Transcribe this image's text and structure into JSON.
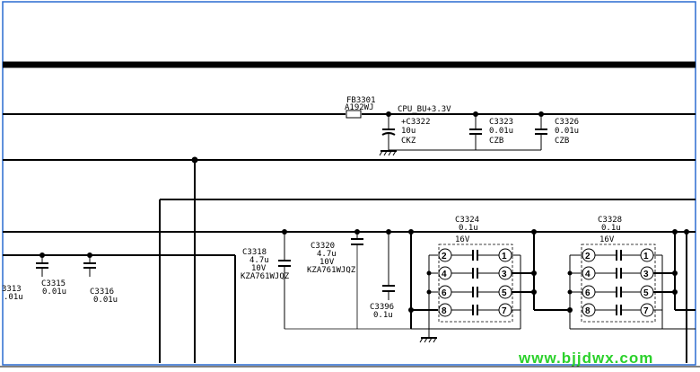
{
  "schematic": {
    "ferrite": {
      "ref": "FB3301",
      "part": "A192WJ"
    },
    "net_label": "CPU_BU+3.3V",
    "caps_top": [
      {
        "ref": "+C3322",
        "value": "10u",
        "code": "CKZ"
      },
      {
        "ref": "C3323",
        "value": "0.01u",
        "code": "CZB"
      },
      {
        "ref": "C3326",
        "value": "0.01u",
        "code": "CZB"
      }
    ],
    "caps_left": [
      {
        "ref": "3313",
        "value": ".01u"
      },
      {
        "ref": "C3315",
        "value": "0.01u"
      },
      {
        "ref": "C3316",
        "value": "0.01u"
      }
    ],
    "cap_3318": {
      "ref": "C3318",
      "value": "4.7u",
      "voltage": "10V",
      "part": "KZA761WJQZ"
    },
    "cap_3320": {
      "ref": "C3320",
      "value": "4.7u",
      "voltage": "10V",
      "part": "KZA761WJQZ"
    },
    "cap_3396": {
      "ref": "C3396",
      "value": "0.1u"
    },
    "arrays": [
      {
        "ref": "C3324",
        "value": "0.1u",
        "voltage": "16V",
        "pins": [
          "1",
          "2",
          "3",
          "4",
          "5",
          "6",
          "7",
          "8"
        ]
      },
      {
        "ref": "C3328",
        "value": "0.1u",
        "voltage": "16V",
        "pins": [
          "1",
          "2",
          "3",
          "4",
          "5",
          "6",
          "7",
          "8"
        ]
      }
    ],
    "watermark": "www.bjjdwx.com"
  }
}
